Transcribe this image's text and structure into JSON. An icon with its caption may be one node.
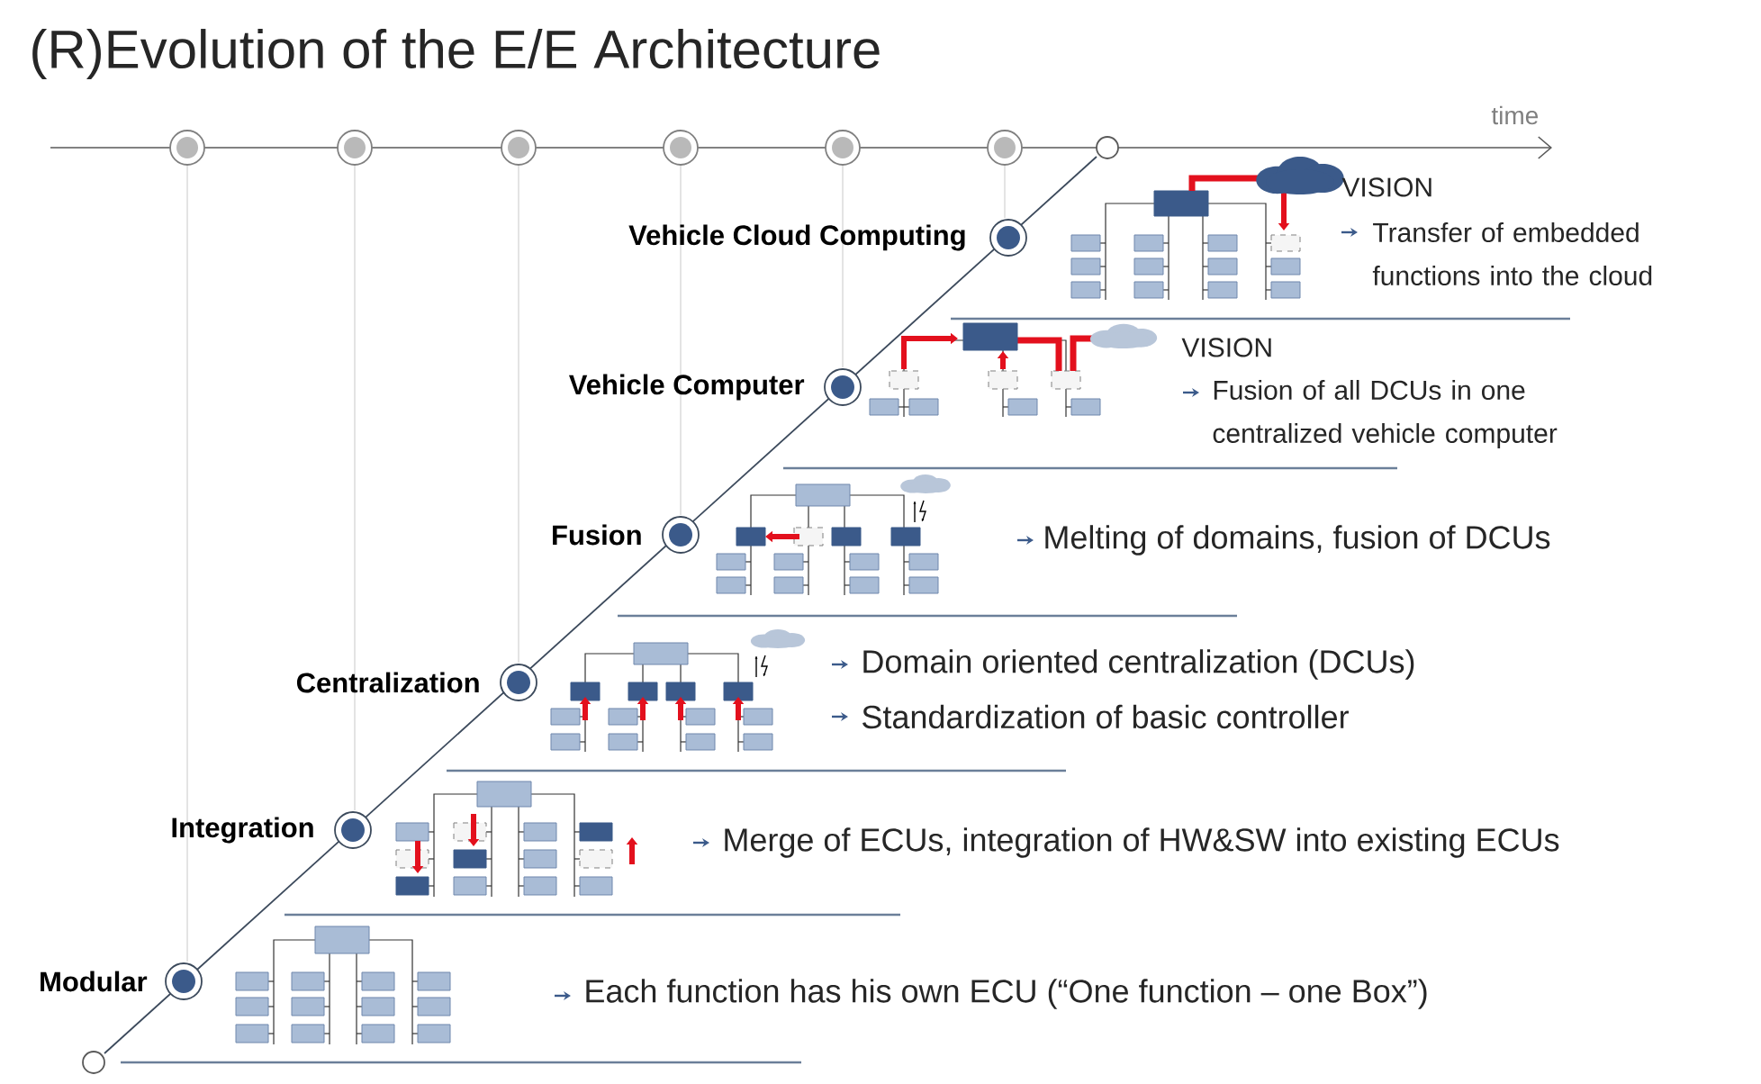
{
  "diagram": {
    "title": "(R)Evolution of the E/E Architecture",
    "labels": [
      "time",
      "Vehicle Cloud Computing",
      "VISION",
      "Transfer of embedded functions into the cloud",
      "Vehicle Computer",
      "VISION",
      "Fusion of all DCUs in one centralized vehicle computer",
      "Fusion",
      "Melting of domains, fusion of DCUs",
      "Centralization",
      "Domain oriented centralization (DCUs)",
      "Standardization of basic controller",
      "Integration",
      "Merge of ECUs, integration of HW&SW into existing ECUs",
      "Modular",
      "Each function has his own ECU (“One function – one Box”)"
    ]
  }
}
